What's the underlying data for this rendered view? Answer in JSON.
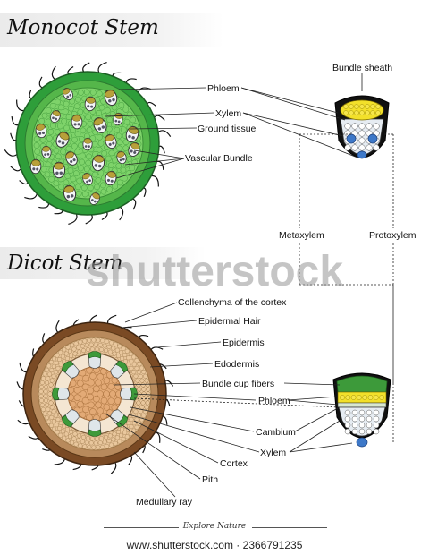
{
  "monocot": {
    "title": "Monocot Stem",
    "labels": {
      "phloem": "Phloem",
      "xylem": "Xylem",
      "ground_tissue": "Ground tissue",
      "vascular_bundle": "Vascular Bundle",
      "bundle_sheath": "Bundle sheath"
    }
  },
  "middle_labels": {
    "metaxylem": "Metaxylem",
    "protoxylem": "Protoxylem"
  },
  "dicot": {
    "title": "Dicot Stem",
    "labels": {
      "collenchyma": "Collenchyma of the cortex",
      "epidermal_hair": "Epidermal Hair",
      "epidermis": "Epidermis",
      "endodermis": "Edodermis",
      "bundle_cup_fibers": "Bundle cup fibers",
      "phloem": "Phloem",
      "cambium": "Cambium",
      "xylem": "Xylem",
      "cortex": "Cortex",
      "pith": "Pith",
      "medullary_ray": "Medullary ray"
    }
  },
  "watermark": "shutterstock",
  "footer": {
    "tagline": "Explore Nature",
    "url": "www.shutterstock.com · 2366791235"
  },
  "colors": {
    "monocot_outer": "#2e9e3a",
    "monocot_inner": "#7ed36a",
    "bundle_xylem": "#e6ecf2",
    "bundle_phloem": "#f2e02a",
    "metaxylem": "#3d78c8",
    "dicot_outer": "#7a4a24",
    "dicot_cortex": "#e9c79d",
    "dicot_pith": "#e3aa76",
    "bundle_cap": "#3d9a3a",
    "watermark": "#969696"
  }
}
